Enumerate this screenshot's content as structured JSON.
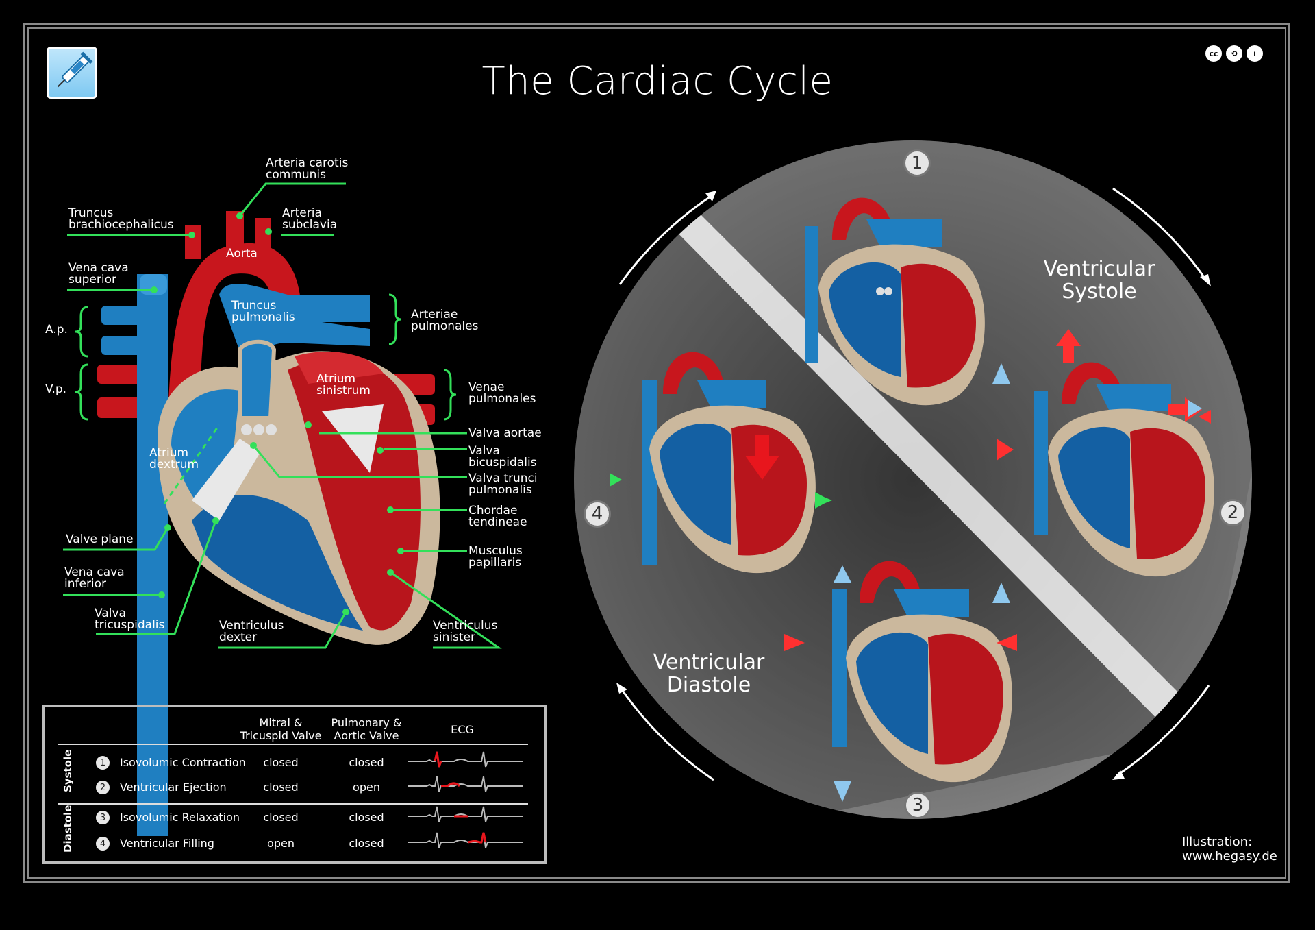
{
  "title": "The Cardiac Cycle",
  "logo_icon": "syringe-logo-icon",
  "license_icons": [
    "cc-icon",
    "share-alike-icon",
    "attribution-icon"
  ],
  "license_glyphs": [
    "cc",
    "⟲",
    "i"
  ],
  "colors": {
    "background": "#000000",
    "artery_red": "#c8161d",
    "vein_blue": "#1f7fc1",
    "label_line_green": "#33e05a",
    "wall_beige": "#cbb89d",
    "circle_gray": "#6f6f6f"
  },
  "heart_labels": {
    "arteria_carotis": "Arteria carotis\ncommunis",
    "truncus_brachio": "Truncus\nbrachiocephalicus",
    "arteria_subclavia": "Arteria\nsubclavia",
    "aorta": "Aorta",
    "vena_cava_superior": "Vena cava\nsuperior",
    "truncus_pulmonalis": "Truncus\npulmonalis",
    "arteriae_pulmonales": "Arteriae\npulmonales",
    "ap": "A.p.",
    "vp": "V.p.",
    "atrium_sinistrum": "Atrium\nsinistrum",
    "venae_pulmonales": "Venae\npulmonales",
    "valva_aortae": "Valva aortae",
    "atrium_dextrum": "Atrium\ndextrum",
    "valva_bicuspidalis": "Valva\nbicuspidalis",
    "valva_trunci": "Valva trunci\npulmonalis",
    "chordae": "Chordae\ntendineae",
    "valve_plane": "Valve plane",
    "musculus": "Musculus\npapillaris",
    "vena_cava_inferior": "Vena cava\ninferior",
    "valva_tricuspidalis": "Valva\ntricuspidalis",
    "ventriculus_dexter": "Ventriculus\ndexter",
    "ventriculus_sinister": "Ventriculus\nsinister"
  },
  "cycle": {
    "systole_label": "Ventricular\nSystole",
    "diastole_label": "Ventricular\nDiastole",
    "phase_numbers": [
      "1",
      "2",
      "3",
      "4"
    ]
  },
  "table": {
    "col_mitral": "Mitral &\nTricuspid Valve",
    "col_pulmonary": "Pulmonary &\nAortic Valve",
    "col_ecg": "ECG",
    "group_systole": "Systole",
    "group_diastole": "Diastole",
    "rows": [
      {
        "num": "1",
        "phase": "Isovolumic Contraction",
        "mitral": "closed",
        "pulmonary": "closed"
      },
      {
        "num": "2",
        "phase": "Ventricular Ejection",
        "mitral": "closed",
        "pulmonary": "open"
      },
      {
        "num": "3",
        "phase": "Isovolumic Relaxation",
        "mitral": "closed",
        "pulmonary": "closed"
      },
      {
        "num": "4",
        "phase": "Ventricular Filling",
        "mitral": "open",
        "pulmonary": "closed"
      }
    ]
  },
  "credit": "Illustration:\nwww.hegasy.de"
}
